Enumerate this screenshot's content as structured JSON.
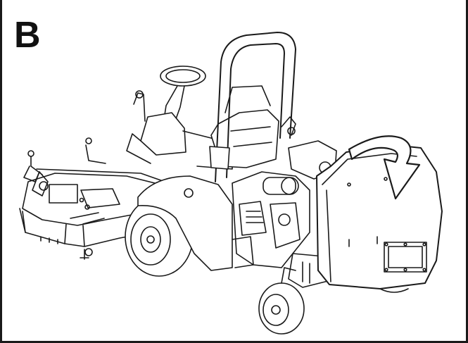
{
  "figure": {
    "panel_label": "B",
    "colors": {
      "line": "#1a1a1a",
      "arrow_fill": "#ffffff",
      "background": "#ffffff"
    },
    "illustration": "mower-hood-lowered",
    "arrow": "curved-rotation-arrow"
  }
}
